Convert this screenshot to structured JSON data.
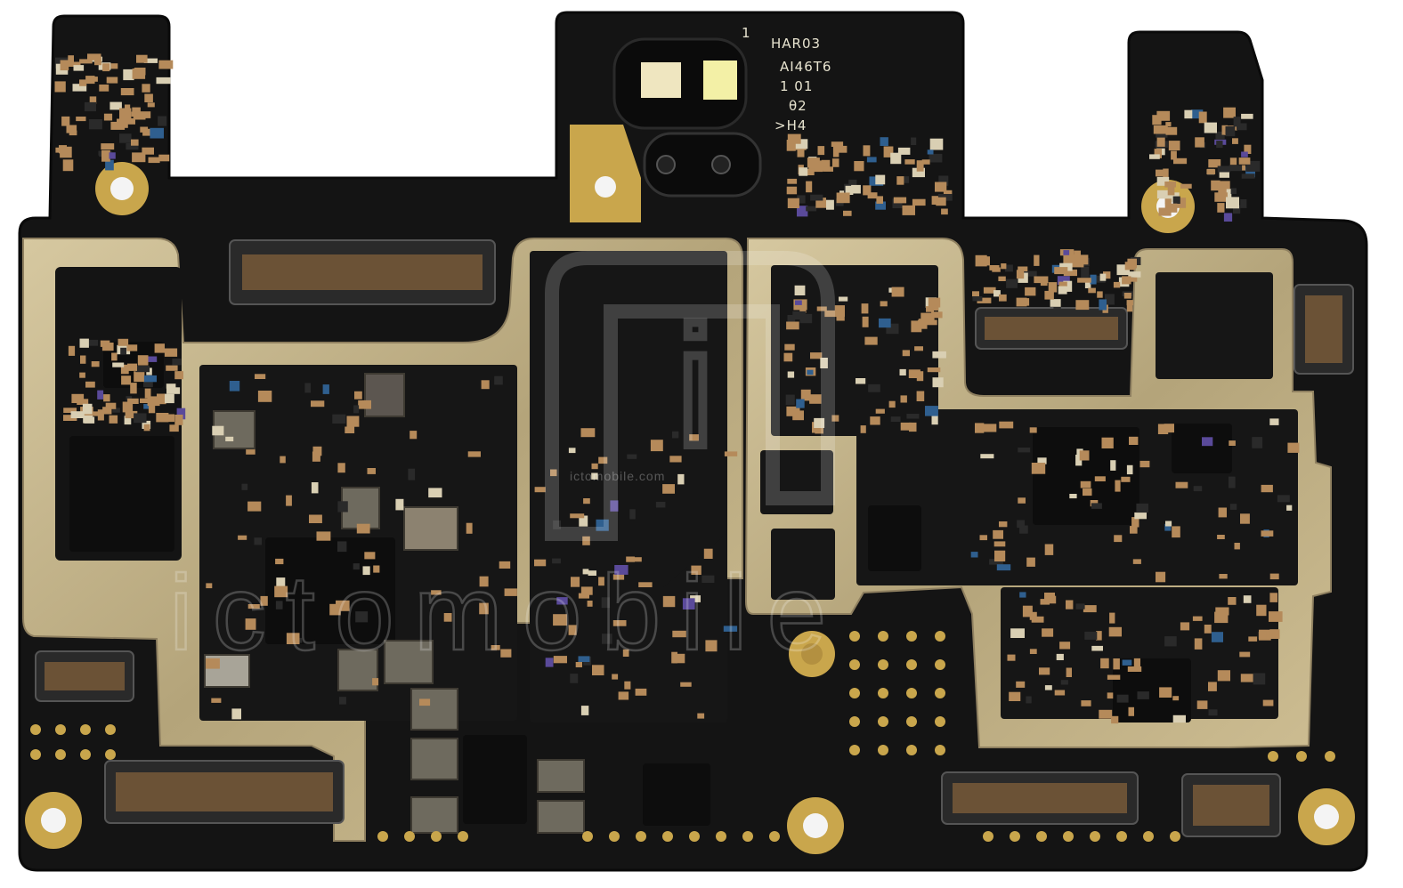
{
  "image": {
    "subject": "smartphone logic board",
    "background": "#ffffff"
  },
  "silkscreen": {
    "line1": "1",
    "line2": "HAR03",
    "line3": "AI46T6",
    "line4": "1 01",
    "line5": "θ2",
    "line6": ">H4"
  },
  "watermark": {
    "small_text": "ictomobile.com",
    "big_text": "ictomobile",
    "logo_letter": "i"
  },
  "colors": {
    "pcb": "#151515",
    "pcb_edge": "#0c0c0c",
    "shield": "#c2b28a",
    "shield_dark": "#8f8060",
    "pad_gold": "#c9a64c",
    "component_tan": "#b58a5a",
    "chip": "#1d1d1d",
    "capacitor_blue": "#2f5f8f",
    "capacitor_purple": "#5a4a9a"
  }
}
